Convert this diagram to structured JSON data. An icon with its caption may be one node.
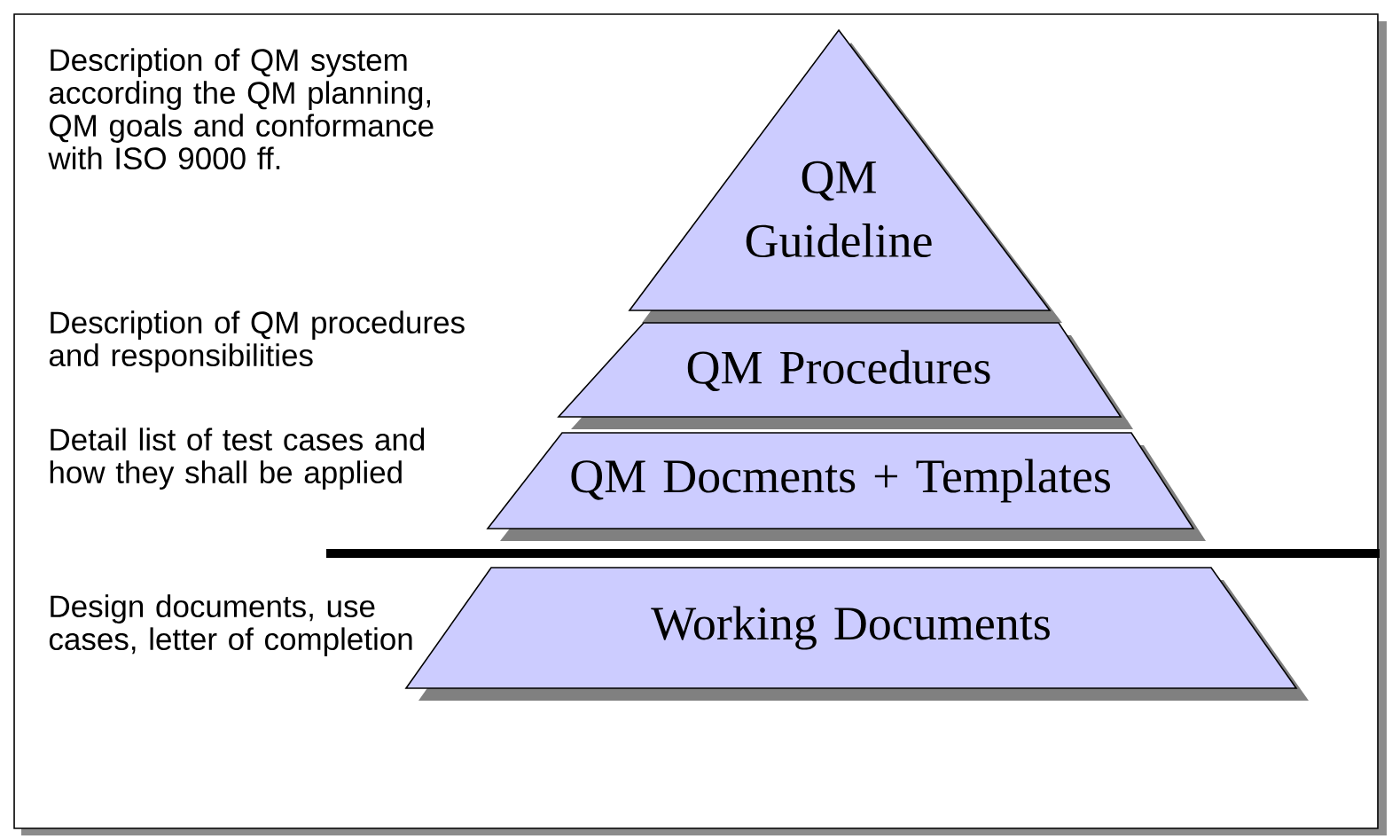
{
  "diagram": {
    "nodes": [
      {
        "text": [
          "QM Guideline"
        ]
      },
      {
        "text": [
          "QM Procedures"
        ]
      },
      {
        "text": [
          "QM Docments + Templates"
        ]
      },
      {
        "text": [
          "Working Documents"
        ]
      }
    ],
    "labels": [
      "Description of QM system according the QM planning, QM goals and conformance with ISO 9000 ff.",
      "Description of QM procedures and responsibilities",
      "Detail list of test cases and how they shall be applied",
      "Design documents, use cases, letter of completion"
    ]
  }
}
